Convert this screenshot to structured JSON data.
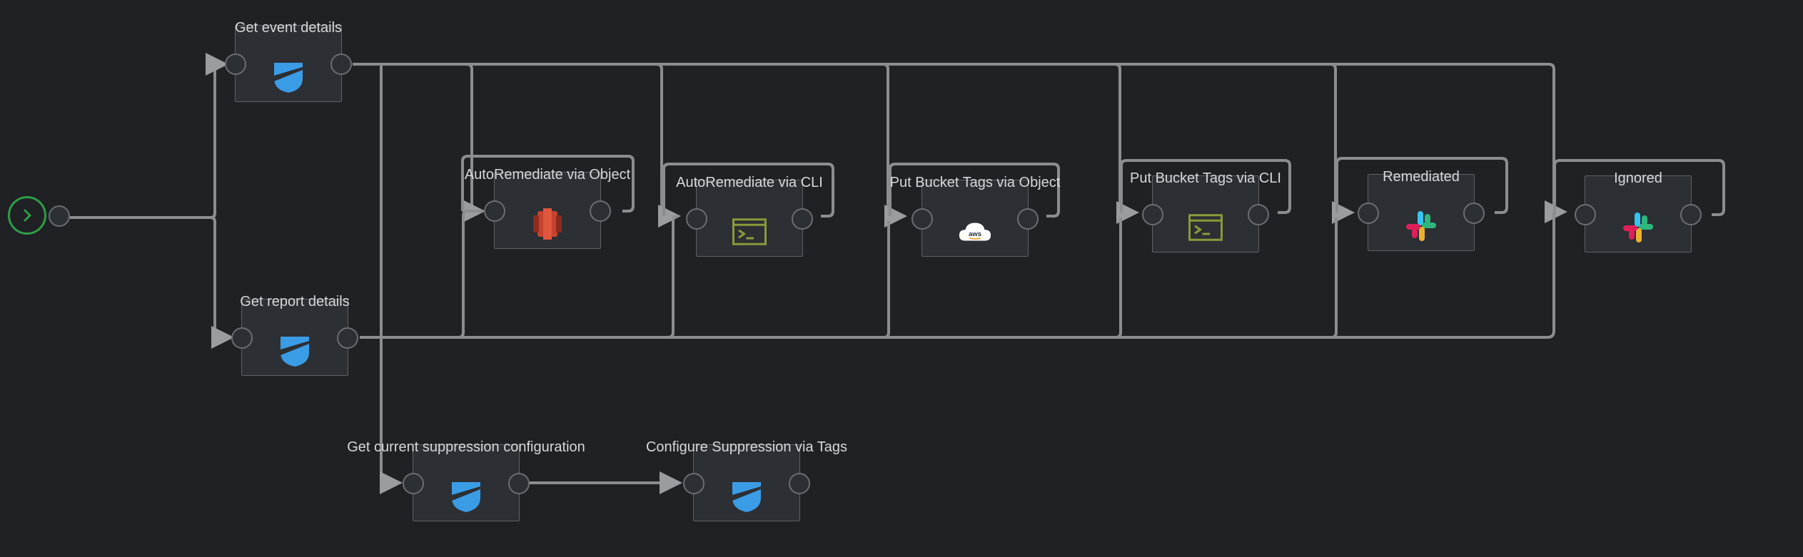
{
  "nodes": [
    {
      "id": "get-event-details",
      "label": "Get event details",
      "icon": "shield-logo-icon"
    },
    {
      "id": "get-report-details",
      "label": "Get report details",
      "icon": "shield-logo-icon"
    },
    {
      "id": "autoremediate-object",
      "label": "AutoRemediate via Object",
      "icon": "aws-s3-icon"
    },
    {
      "id": "autoremediate-cli",
      "label": "AutoRemediate via CLI",
      "icon": "terminal-icon"
    },
    {
      "id": "put-bucket-tags-object",
      "label": "Put Bucket Tags via Object",
      "icon": "aws-cloud-icon"
    },
    {
      "id": "put-bucket-tags-cli",
      "label": "Put Bucket Tags via CLI",
      "icon": "terminal-icon"
    },
    {
      "id": "remediated",
      "label": "Remediated",
      "icon": "slack-icon"
    },
    {
      "id": "ignored",
      "label": "Ignored",
      "icon": "slack-icon"
    },
    {
      "id": "get-suppression-config",
      "label": "Get current suppression configuration",
      "icon": "shield-logo-icon"
    },
    {
      "id": "configure-suppression-tags",
      "label": "Configure Suppression via Tags",
      "icon": "shield-logo-icon"
    }
  ],
  "start": {
    "icon": "chevron-right-icon"
  },
  "icon_text": {
    "aws": "aws"
  },
  "colors": {
    "background": "#1f2125",
    "node_fill": "#2c2f33",
    "wire": "#8b8d91",
    "start_green": "#2f9d46",
    "shield_blue": "#3b9ce6",
    "terminal_green": "#8a9a3a",
    "s3_red": "#c7432f"
  }
}
